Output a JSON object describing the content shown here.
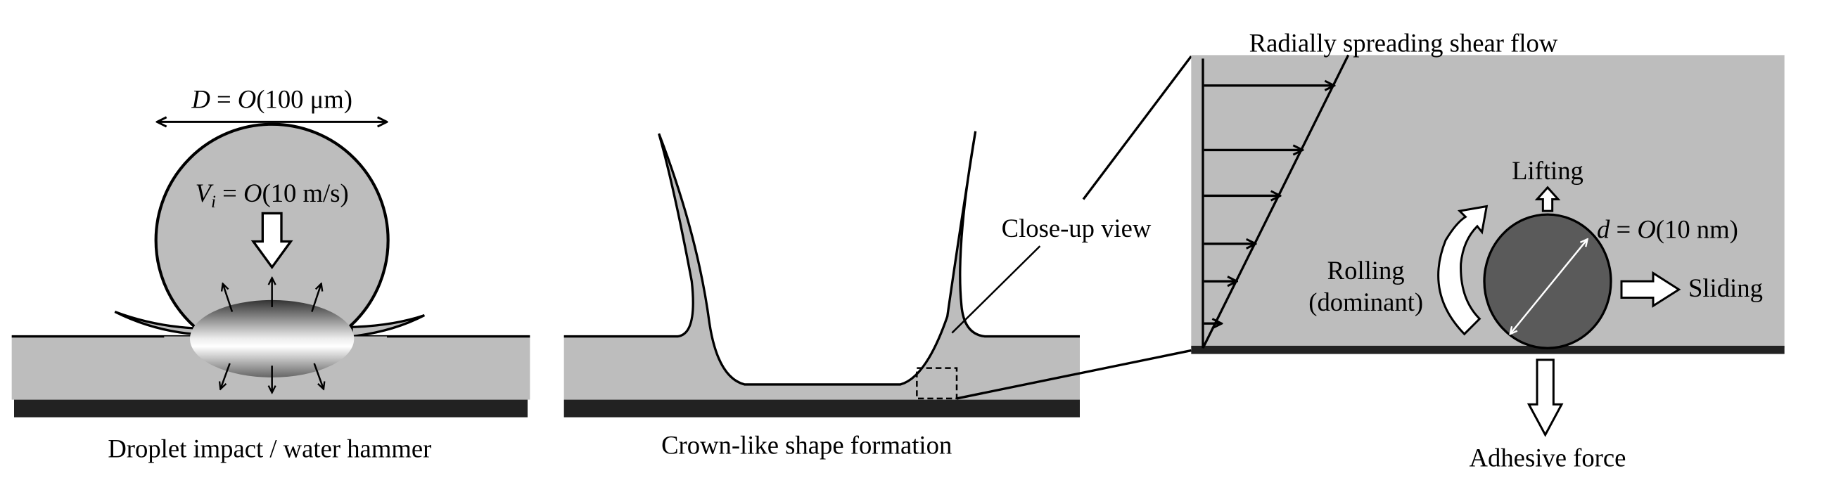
{
  "panel1": {
    "diameter_label": {
      "var": "D",
      "rest": " = ",
      "O": "O",
      "value": "(100 μm)"
    },
    "velocity_label": {
      "var": "V",
      "sub": "i",
      "rest": " = ",
      "O": "O",
      "value": "(10 m/s)"
    },
    "caption": "Droplet impact / water hammer"
  },
  "panel2": {
    "caption": "Crown-like shape formation",
    "closeup_label": "Close-up view"
  },
  "panel3": {
    "title": "Radially spreading shear flow",
    "lifting": "Lifting",
    "particle_label": {
      "var": "d",
      "rest": " = ",
      "O": "O",
      "value": "(10 nm)"
    },
    "rolling": "Rolling",
    "rolling_note": "(dominant)",
    "sliding": "Sliding",
    "adhesive": "Adhesive force"
  },
  "colors": {
    "fluid": "#bdbdbd",
    "substrate": "#222222",
    "particle": "#5a5a5a"
  }
}
